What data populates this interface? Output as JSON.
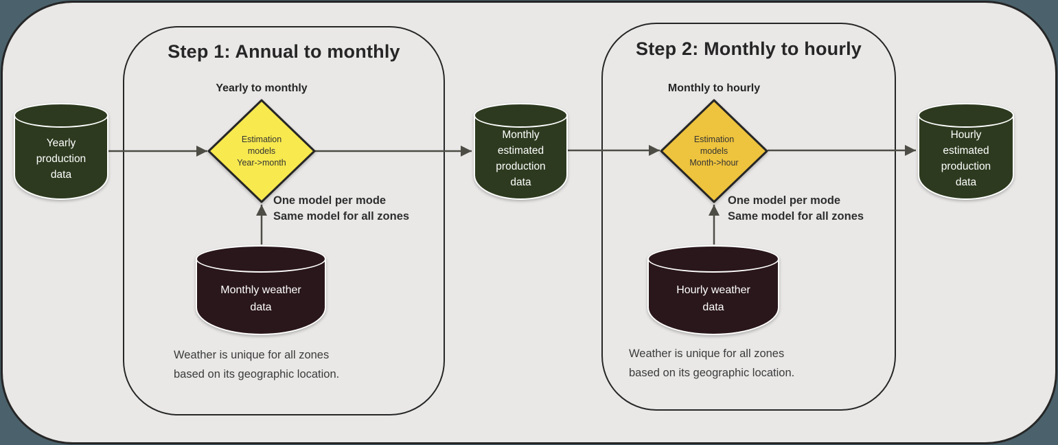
{
  "colors": {
    "page_background": "#4b626c",
    "canvas_fill": "#e9e8e7",
    "outline": "#262626",
    "arrow": "#4d4d45",
    "green_cylinder": "#2d3a1f",
    "dark_cylinder": "#2a171b",
    "diamond_step1": "#f7e94e",
    "diamond_step2": "#eec33d"
  },
  "nodes": {
    "yearly_production": {
      "label": "Yearly\nproduction\ndata"
    },
    "monthly_estimated": {
      "label": "Monthly\nestimated\nproduction\ndata"
    },
    "hourly_estimated": {
      "label": "Hourly\nestimated\nproduction\ndata"
    },
    "monthly_weather": {
      "label": "Monthly weather\ndata"
    },
    "hourly_weather": {
      "label": "Hourly weather\ndata"
    }
  },
  "step1": {
    "title": "Step 1: Annual to monthly",
    "diamond_label": "Yearly to monthly",
    "diamond_text": "Estimation\nmodels\nYear->month",
    "model_note": "One model per mode\nSame model for all zones",
    "weather_note": "Weather is unique for all zones\nbased on its geographic location."
  },
  "step2": {
    "title": "Step 2: Monthly to hourly",
    "diamond_label": "Monthly to hourly",
    "diamond_text": "Estimation\nmodels\nMonth->hour",
    "model_note": "One model per mode\nSame model for all zones",
    "weather_note": "Weather is unique for all zones\nbased on its geographic location."
  }
}
